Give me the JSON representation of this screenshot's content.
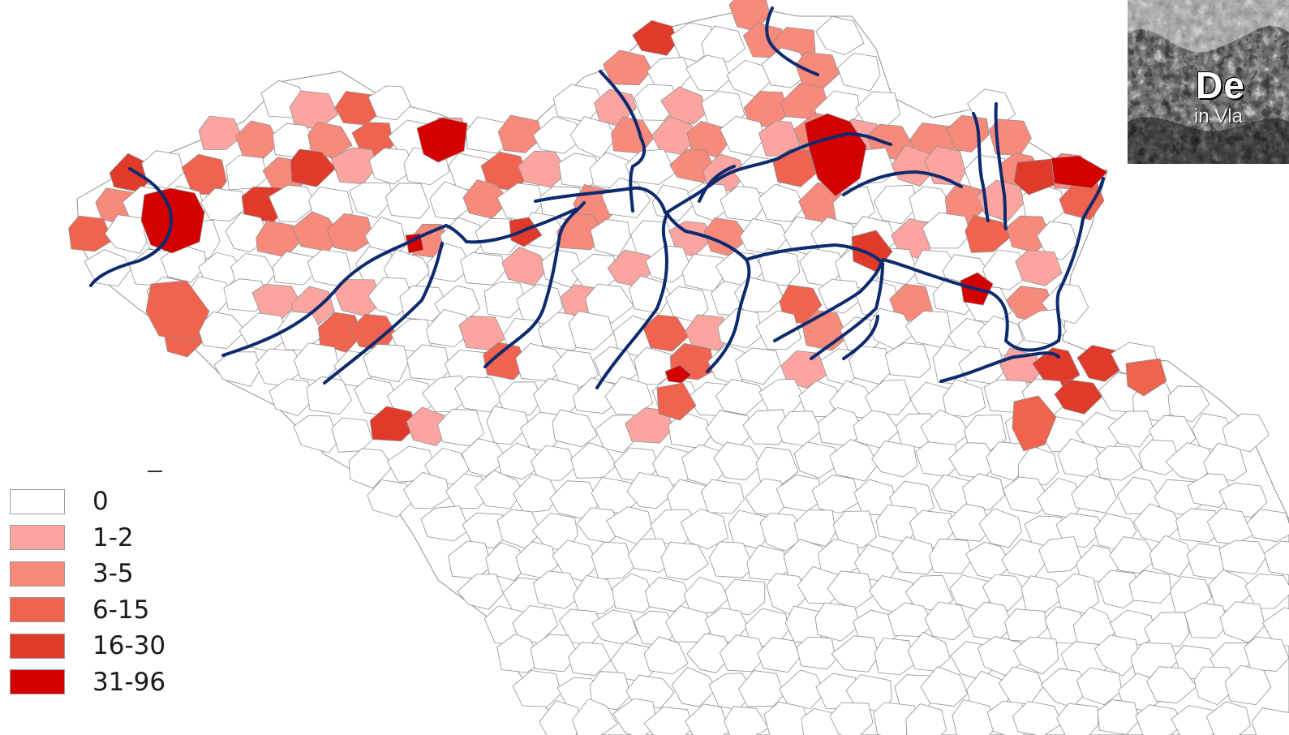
{
  "colors": {
    "class_0": "#ffffff",
    "class_1": "#fca5a0",
    "class_2": "#f88a7c",
    "class_3": "#f0634f",
    "class_4": "#e03a2a",
    "class_5": "#d40000",
    "river": "#0d2a6e",
    "boundary": "#8f8f8f"
  },
  "legend": {
    "items": [
      {
        "label": "0",
        "class": "class_0"
      },
      {
        "label": "1-2",
        "class": "class_1"
      },
      {
        "label": "3-5",
        "class": "class_2"
      },
      {
        "label": "6-15",
        "class": "class_3"
      },
      {
        "label": "16-30",
        "class": "class_4"
      },
      {
        "label": "31-96",
        "class": "class_5"
      }
    ]
  },
  "inset": {
    "title": "De",
    "subtitle": "in Vla"
  }
}
